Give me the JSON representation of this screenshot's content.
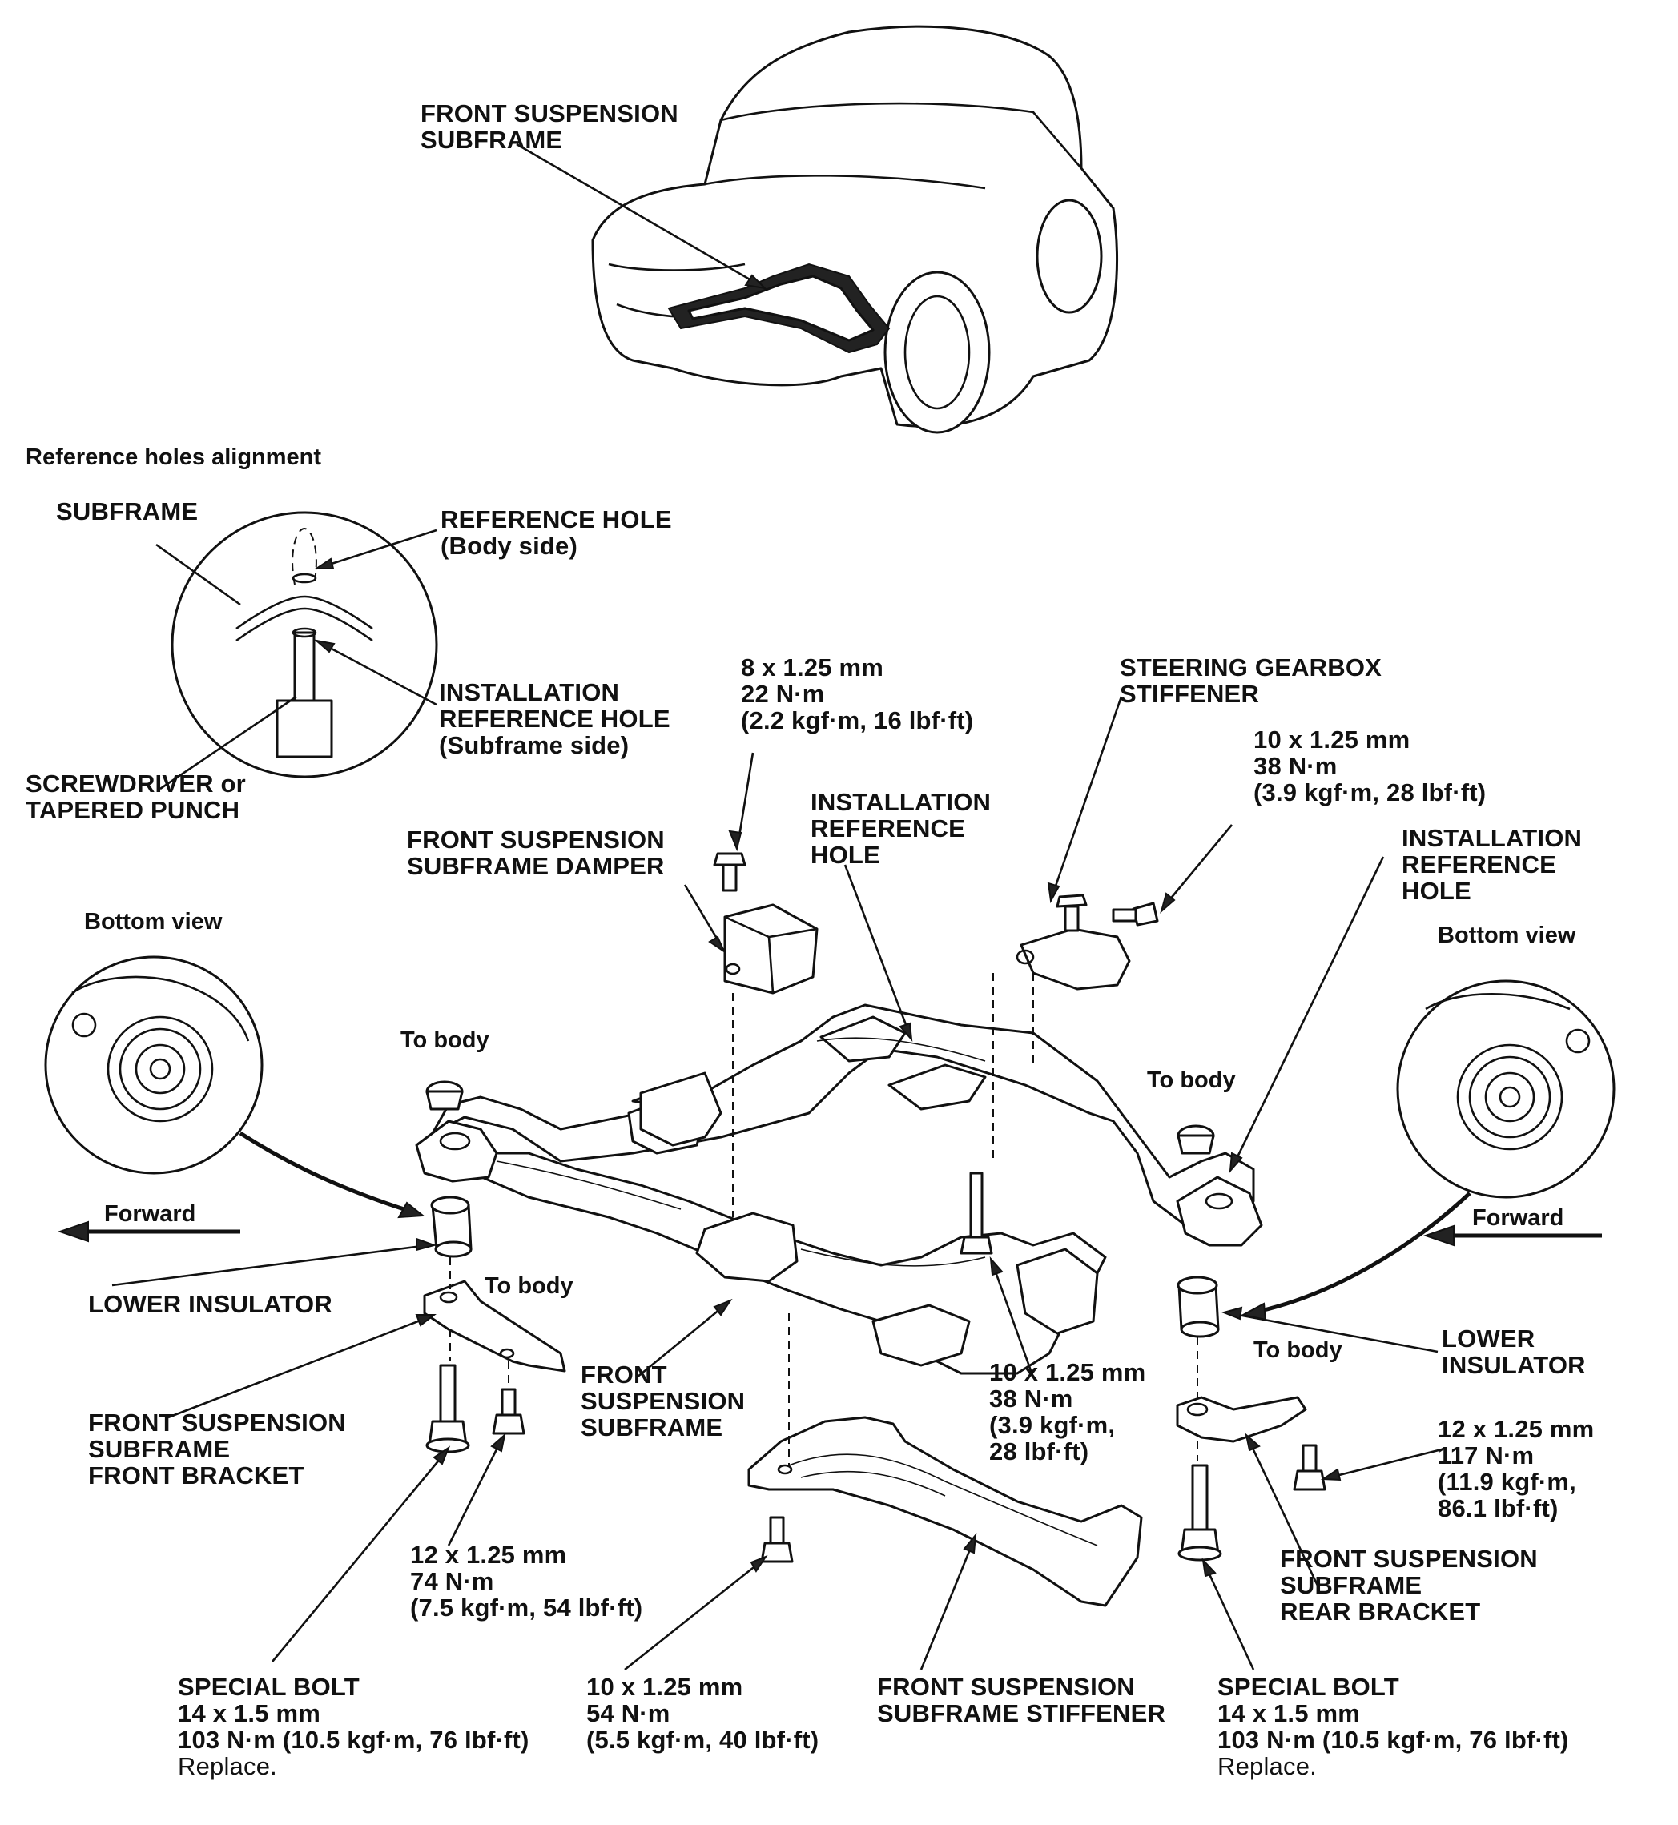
{
  "labels": {
    "car_subframe": [
      "FRONT SUSPENSION",
      "SUBFRAME"
    ],
    "ref_holes_title": "Reference holes alignment",
    "subframe": "SUBFRAME",
    "ref_hole_body": [
      "REFERENCE HOLE",
      "(Body side)"
    ],
    "install_ref_hole_sub": [
      "INSTALLATION",
      "REFERENCE HOLE",
      "(Subframe side)"
    ],
    "screwdriver": [
      "SCREWDRIVER or",
      "TAPERED PUNCH"
    ],
    "damper_bolt": [
      "8 x 1.25 mm",
      "22 N·m",
      "(2.2 kgf·m, 16 lbf·ft)"
    ],
    "damper": [
      "FRONT SUSPENSION",
      "SUBFRAME DAMPER"
    ],
    "install_ref_center": [
      "INSTALLATION",
      "REFERENCE",
      "HOLE"
    ],
    "gearbox_stiffener": [
      "STEERING GEARBOX",
      "STIFFENER"
    ],
    "gearbox_bolt": [
      "10 x 1.25 mm",
      "38 N·m",
      "(3.9 kgf·m, 28 lbf·ft)"
    ],
    "install_ref_right": [
      "INSTALLATION",
      "REFERENCE",
      "HOLE"
    ],
    "bottom_view_left": "Bottom view",
    "bottom_view_right": "Bottom view",
    "to_body_left_top": "To body",
    "to_body_right_top": "To body",
    "forward_left": "Forward",
    "forward_right": "Forward",
    "lower_insulator_left": "LOWER INSULATOR",
    "to_body_left_bracket": "To body",
    "to_body_right_bracket": "To body",
    "lower_insulator_right": [
      "LOWER",
      "INSULATOR"
    ],
    "front_sub_center": [
      "FRONT",
      "SUSPENSION",
      "SUBFRAME"
    ],
    "center_bolt": [
      "10 x 1.25 mm",
      "38 N·m",
      "(3.9 kgf·m,",
      "28 lbf·ft)"
    ],
    "front_bracket": [
      "FRONT SUSPENSION",
      "SUBFRAME",
      "FRONT BRACKET"
    ],
    "bracket_bolt_left": [
      "12 x 1.25 mm",
      "74 N·m",
      "(7.5 kgf·m, 54 lbf·ft)"
    ],
    "bracket_bolt_right": [
      "12 x 1.25 mm",
      "117 N·m",
      "(11.9 kgf·m,",
      "86.1 lbf·ft)"
    ],
    "rear_bracket": [
      "FRONT SUSPENSION",
      "SUBFRAME",
      "REAR BRACKET"
    ],
    "special_bolt_left": [
      "SPECIAL BOLT",
      "14 x 1.5 mm",
      "103 N·m (10.5 kgf·m, 76 lbf·ft)",
      "Replace."
    ],
    "stiffener_bolt": [
      "10 x 1.25 mm",
      "54 N·m",
      "(5.5 kgf·m, 40 lbf·ft)"
    ],
    "stiffener": [
      "FRONT SUSPENSION",
      "SUBFRAME STIFFENER"
    ],
    "special_bolt_right": [
      "SPECIAL BOLT",
      "14 x 1.5 mm",
      "103 N·m (10.5 kgf·m, 76 lbf·ft)",
      "Replace."
    ]
  }
}
